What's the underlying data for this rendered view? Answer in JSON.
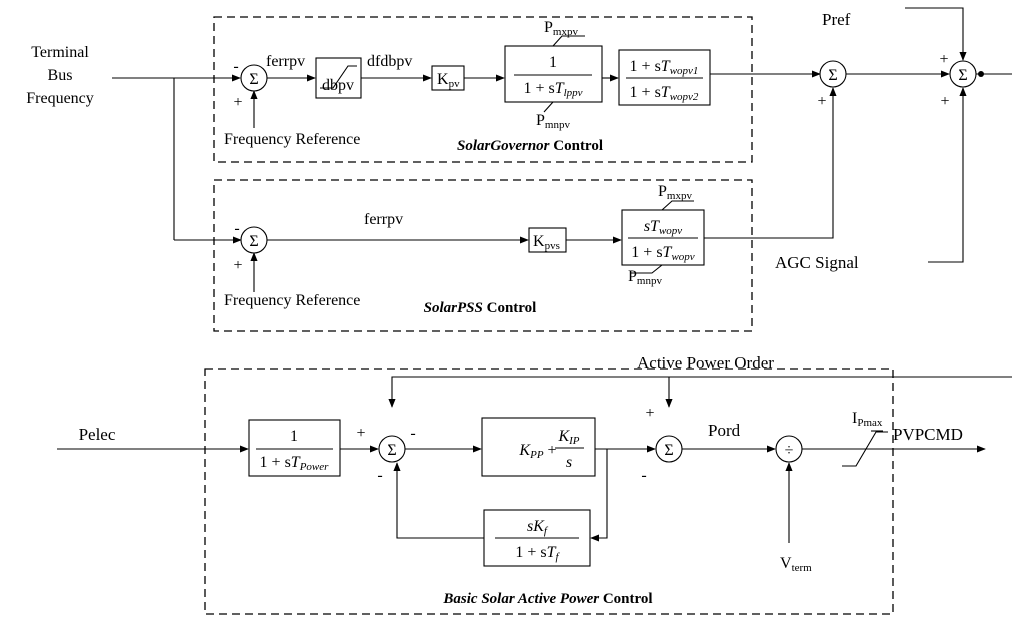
{
  "signals": {
    "terminal_bus": "Terminal",
    "terminal_bus2": "Bus",
    "terminal_bus3": "Frequency",
    "pref": "Pref",
    "agc": "AGC Signal",
    "active_power_order": "Active Power Order",
    "pelec": "Pelec",
    "pvpcmd": "PVPCMD",
    "pord": "Pord",
    "ferrpv": "ferrpv",
    "dfdbpv": "dfdbpv",
    "freq_ref": "Frequency Reference"
  },
  "signs": {
    "plus": "+",
    "minus": "-",
    "sigma": "Σ",
    "div": "÷"
  },
  "blocks": {
    "dbpv": "dbpv",
    "kpv_main": "K",
    "kpv_sub": "pv",
    "kpvs_main": "K",
    "kpvs_sub": "pvs",
    "one": "1",
    "one_plus_s": "1 + s",
    "T": "T",
    "lpf_sub": "lppv",
    "s": "s",
    "wopv1": "wopv1",
    "wopv2": "wopv2",
    "wopv": "wopv",
    "power_sub": "Power",
    "K_PP_a": "K",
    "K_PP_b": "PP",
    "plus_sign": " + ",
    "K_IP_a": "K",
    "K_IP_b": "IP",
    "K_f_a": "K",
    "K_f_b": "f",
    "T_f_sub": "f"
  },
  "limits": {
    "pmx_main": "P",
    "pmx_sub": "mxpv",
    "pmn_main": "P",
    "pmn_sub": "mnpv",
    "ipmax_main": "I",
    "ipmax_sub": "Pmax",
    "vterm_main": "V",
    "vterm_sub": "term"
  },
  "sections": {
    "gov_italic": "SolarGovernor",
    "gov_rest": " Control",
    "pss_italic": "SolarPSS",
    "pss_rest": " Control",
    "basic_italic": "Basic Solar Active Power",
    "basic_rest": " Control"
  }
}
